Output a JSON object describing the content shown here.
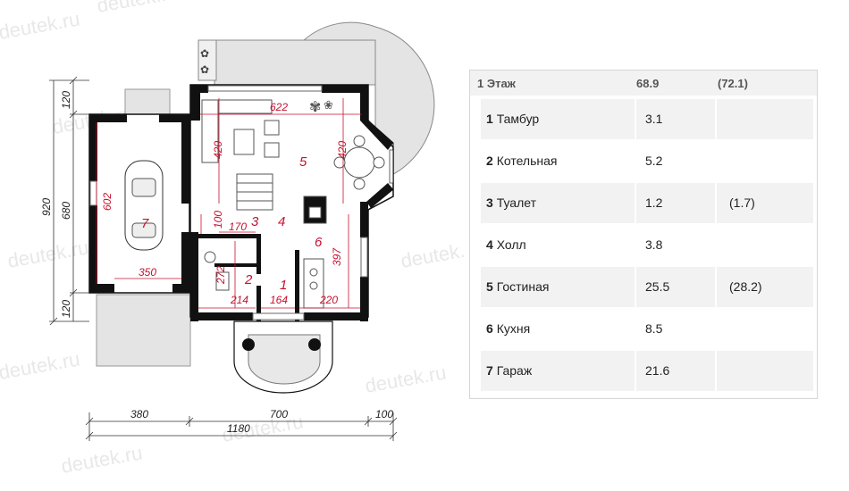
{
  "plan": {
    "room_numbers": [
      "1",
      "2",
      "3",
      "4",
      "5",
      "6",
      "7"
    ],
    "dims_inner": [
      "622",
      "420",
      "420",
      "602",
      "100",
      "170",
      "272",
      "214",
      "164",
      "220",
      "397",
      "350"
    ],
    "dims_outer": [
      "920",
      "680",
      "120",
      "120",
      "380",
      "700",
      "100",
      "1180"
    ]
  },
  "watermark": "deutek.ru",
  "table": {
    "header": {
      "label": "1 Этаж",
      "area": "68.9",
      "area_total": "(72.1)"
    },
    "rows": [
      {
        "num": "1",
        "name": "Тамбур",
        "area": "3.1",
        "extra": ""
      },
      {
        "num": "2",
        "name": "Котельная",
        "area": "5.2",
        "extra": ""
      },
      {
        "num": "3",
        "name": "Туалет",
        "area": "1.2",
        "extra": "(1.7)"
      },
      {
        "num": "4",
        "name": "Холл",
        "area": "3.8",
        "extra": ""
      },
      {
        "num": "5",
        "name": "Гостиная",
        "area": "25.5",
        "extra": "(28.2)"
      },
      {
        "num": "6",
        "name": "Кухня",
        "area": "8.5",
        "extra": ""
      },
      {
        "num": "7",
        "name": "Гараж",
        "area": "21.6",
        "extra": ""
      }
    ]
  }
}
